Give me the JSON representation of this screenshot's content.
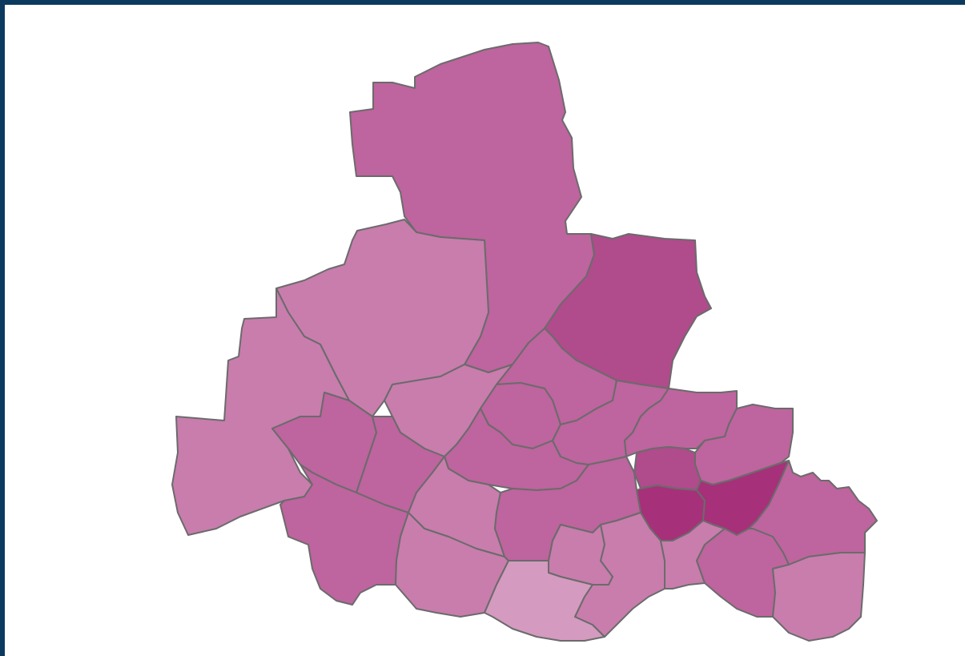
{
  "map": {
    "type": "choropleth",
    "palette": {
      "lightest": "#d49abf",
      "light": "#c87dad",
      "medium": "#be649e",
      "dark": "#b04b8c",
      "darkest": "#a7307a",
      "border": "#6b6b6b",
      "frame": "#0b3a5e"
    },
    "regions": [
      {
        "id": "north",
        "shade": "medium"
      },
      {
        "id": "northwest",
        "shade": "light"
      },
      {
        "id": "west",
        "shade": "light"
      },
      {
        "id": "northeast",
        "shade": "dark"
      },
      {
        "id": "central-upper-left",
        "shade": "light"
      },
      {
        "id": "west-inner",
        "shade": "medium"
      },
      {
        "id": "west-center",
        "shade": "medium"
      },
      {
        "id": "southwest",
        "shade": "medium"
      },
      {
        "id": "central-a",
        "shade": "medium"
      },
      {
        "id": "central-b",
        "shade": "medium"
      },
      {
        "id": "central-c",
        "shade": "medium"
      },
      {
        "id": "central-d",
        "shade": "medium"
      },
      {
        "id": "east-a",
        "shade": "medium"
      },
      {
        "id": "east-b",
        "shade": "medium"
      },
      {
        "id": "east-c",
        "shade": "dark"
      },
      {
        "id": "east-d",
        "shade": "darkest"
      },
      {
        "id": "east-e",
        "shade": "darkest"
      },
      {
        "id": "east-far",
        "shade": "medium"
      },
      {
        "id": "south-center-left",
        "shade": "light"
      },
      {
        "id": "south-center",
        "shade": "light"
      },
      {
        "id": "south-center-mid",
        "shade": "medium"
      },
      {
        "id": "south-a",
        "shade": "light"
      },
      {
        "id": "south-b",
        "shade": "lightest"
      },
      {
        "id": "south-c",
        "shade": "light"
      },
      {
        "id": "south-d",
        "shade": "light"
      },
      {
        "id": "south-e",
        "shade": "medium"
      },
      {
        "id": "south-f",
        "shade": "light"
      },
      {
        "id": "south-g",
        "shade": "light"
      }
    ]
  }
}
